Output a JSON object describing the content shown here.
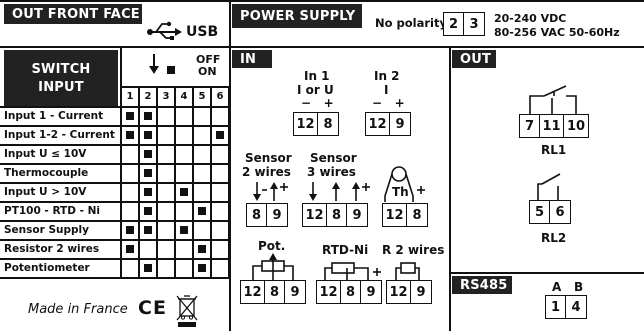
{
  "out_front_face": {
    "title": "OUT FRONT FACE",
    "usb_label": "USB",
    "switch_input_label_1": "SWITCH",
    "switch_input_label_2": "INPUT",
    "off_label": "OFF",
    "on_label": "ON",
    "columns": [
      "1",
      "2",
      "3",
      "4",
      "5",
      "6"
    ],
    "rows": [
      {
        "label": "Input 1 - Current",
        "on": [
          1,
          2
        ]
      },
      {
        "label": "Input 1-2 - Current",
        "on": [
          1,
          2,
          6
        ]
      },
      {
        "label": "Input U ≤ 10V",
        "on": [
          2
        ]
      },
      {
        "label": "Thermocouple",
        "on": [
          2
        ]
      },
      {
        "label": "Input U > 10V",
        "on": [
          2,
          4
        ]
      },
      {
        "label": "PT100 - RTD - Ni",
        "on": [
          2,
          5
        ]
      },
      {
        "label": "Sensor Supply",
        "on": [
          1,
          2,
          4
        ]
      },
      {
        "label": "Resistor 2 wires",
        "on": [
          1,
          5
        ]
      },
      {
        "label": "Potentiometer",
        "on": [
          2,
          5
        ]
      }
    ],
    "made_in": "Made in France",
    "ce_mark": "CE"
  },
  "power_supply": {
    "title": "POWER SUPPLY",
    "polarity": "No polarity",
    "terminals": [
      "2",
      "3"
    ],
    "voltage_dc": "20-240 VDC",
    "voltage_ac": "80-256 VAC  50-60Hz"
  },
  "in_section": {
    "title": "IN",
    "in1_line1": "In 1",
    "in1_line2": "I or U",
    "in1_pol": "−   +",
    "in1_terms": [
      "12",
      "8"
    ],
    "in2_line1": "In 2",
    "in2_line2": "I",
    "in2_pol": "−   +",
    "in2_terms": [
      "12",
      "9"
    ],
    "sensor2_line1": "Sensor",
    "sensor2_line2": "2 wires",
    "sensor2_terms": [
      "8",
      "9"
    ],
    "sensor3_line1": "Sensor",
    "sensor3_line2": "3 wires",
    "sensor3_terms": [
      "12",
      "8",
      "9"
    ],
    "th_label": "Th",
    "th_terms": [
      "12",
      "8"
    ],
    "pot_label": "Pot.",
    "pot_terms": [
      "12",
      "8",
      "9"
    ],
    "rtd_label": "RTD-Ni",
    "rtd_terms": [
      "12",
      "8",
      "9"
    ],
    "r2_label": "R 2 wires",
    "r2_terms": [
      "12",
      "9"
    ]
  },
  "out_section": {
    "title": "OUT",
    "rl1_terms": [
      "7",
      "11",
      "10"
    ],
    "rl1_label": "RL1",
    "rl2_terms": [
      "5",
      "6"
    ],
    "rl2_label": "RL2"
  },
  "rs485": {
    "title": "RS485",
    "a_label": "A",
    "b_label": "B",
    "terms": [
      "1",
      "4"
    ]
  },
  "colors": {
    "ink": "#111111",
    "header_bg": "#222222",
    "paper": "#ffffff"
  }
}
